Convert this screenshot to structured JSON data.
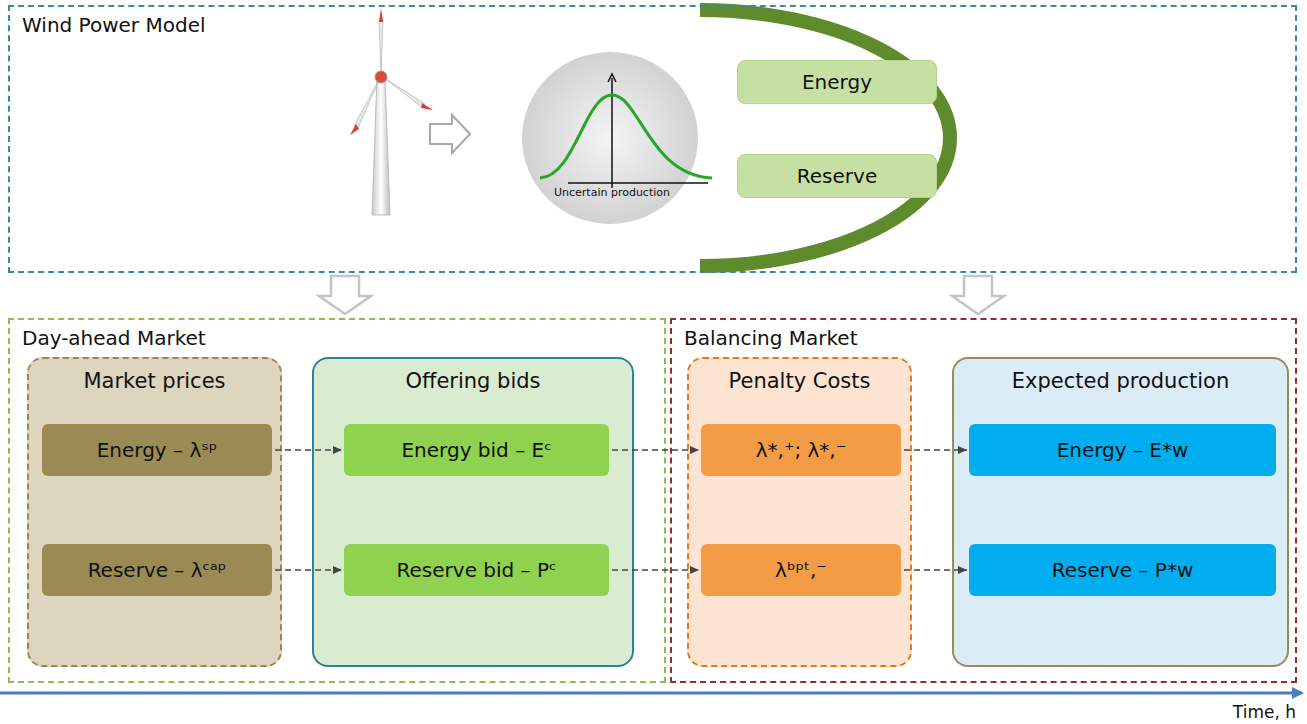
{
  "diagram": {
    "nodes": [
      {
        "text": [
          "Wind Power Model"
        ]
      },
      {
        "text": [
          "Energy"
        ],
        "in": 0
      },
      {
        "text": [
          "Reserve"
        ],
        "in": 0
      },
      {
        "text": [
          "Day-ahead  Market"
        ]
      },
      {
        "text": [
          "Market prices"
        ],
        "in": 3
      },
      {
        "text": [
          "Energy – λˢᵖ"
        ],
        "in": 4
      },
      {
        "text": [
          "Reserve – λᶜᵃᵖ"
        ],
        "in": 4
      },
      {
        "text": [
          "Offering bids"
        ],
        "in": 3
      },
      {
        "text": [
          "Energy bid – Eᶜ"
        ],
        "in": 7
      },
      {
        "text": [
          "Reserve bid – Pᶜ"
        ],
        "in": 7
      },
      {
        "text": [
          "Balancing Market"
        ]
      },
      {
        "text": [
          "Penalty Costs"
        ],
        "in": 10
      },
      {
        "text": [
          "λ*,⁺; λ*,⁻"
        ],
        "in": 11
      },
      {
        "text": [
          "λᵇᵖᵗ,⁻"
        ],
        "in": 11
      },
      {
        "text": [
          "Expected production"
        ],
        "in": 10
      },
      {
        "text": [
          "Energy – E*w"
        ],
        "in": 14
      },
      {
        "text": [
          "Reserve – P*w"
        ],
        "in": 14
      }
    ],
    "edges": [
      {
        "from": 0,
        "to": 3,
        "arrow": "to"
      },
      {
        "from": 0,
        "to": 10,
        "arrow": "to"
      },
      {
        "from": 5,
        "to": 8,
        "arrow": "to"
      },
      {
        "from": 6,
        "to": 9,
        "arrow": "to"
      },
      {
        "from": 8,
        "to": 12,
        "arrow": "to"
      },
      {
        "from": 9,
        "to": 13,
        "arrow": "to"
      },
      {
        "from": 12,
        "to": 15,
        "arrow": "to"
      },
      {
        "from": 13,
        "to": 16,
        "arrow": "to"
      }
    ],
    "labels": [
      "Uncertain production",
      "Time, h"
    ]
  }
}
